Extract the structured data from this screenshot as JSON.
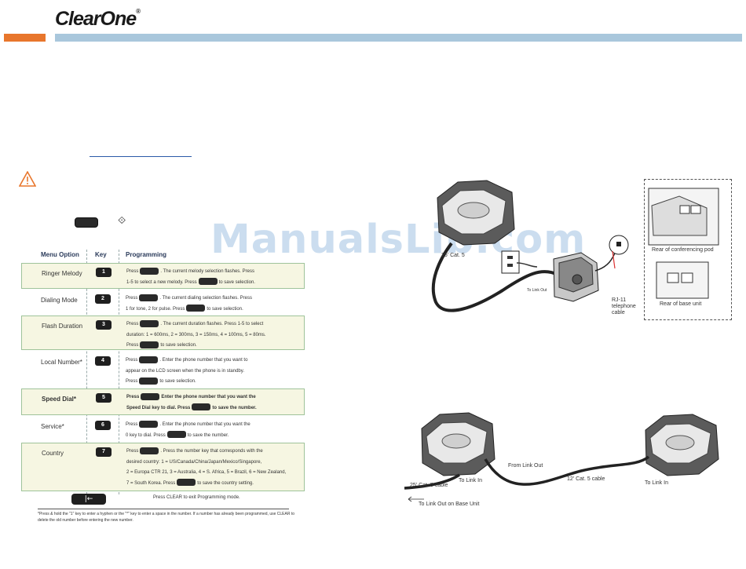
{
  "header": {
    "logo": "ClearOne",
    "logo_mark": "®"
  },
  "watermark": "ManualsLib.com",
  "table": {
    "headers": {
      "option": "Menu Option",
      "key": "Key",
      "programming": "Programming"
    },
    "rows": [
      {
        "option": "Ringer Melody",
        "key": "1",
        "lines": [
          [
            "Press",
            "btn",
            ". The current melody selection flashes. Press"
          ],
          [
            "1-5 to select a new melody. Press",
            "btn",
            "to save selection."
          ]
        ],
        "hl": true,
        "bold": false
      },
      {
        "option": "Dialing Mode",
        "key": "2",
        "lines": [
          [
            "Press",
            "btn",
            ". The current dialing selection flashes. Press"
          ],
          [
            "1 for tone, 2 for pulse. Press",
            "btn",
            "to save selection."
          ]
        ],
        "hl": false,
        "bold": false
      },
      {
        "option": "Flash Duration",
        "key": "3",
        "lines": [
          [
            "Press",
            "btn",
            ". The current duration flashes. Press 1-5 to select"
          ],
          [
            "duration: 1 = 600ms, 2 = 300ms, 3 = 150ms, 4 = 100ms, 5 = 80ms."
          ],
          [
            "Press",
            "btn",
            "to save selection."
          ]
        ],
        "hl": true,
        "bold": false
      },
      {
        "option": "Local Number*",
        "key": "4",
        "lines": [
          [
            "Press",
            "btn",
            ". Enter the phone number that you want to"
          ],
          [
            "appear on the LCD screen when the phone is in standby."
          ],
          [
            "Press",
            "btn",
            "to save selection."
          ]
        ],
        "hl": false,
        "bold": false
      },
      {
        "option": "Speed Dial*",
        "key": "5",
        "lines": [
          [
            "Press",
            "btn",
            "Enter the phone number that you want the"
          ],
          [
            "Speed Dial key to dial. Press",
            "btn",
            "to save the number."
          ]
        ],
        "hl": true,
        "bold": true
      },
      {
        "option": "Service*",
        "key": "6",
        "lines": [
          [
            "Press",
            "btn",
            ". Enter the phone number that you want the"
          ],
          [
            "0 key to dial. Press",
            "btn",
            "to save the number."
          ]
        ],
        "hl": false,
        "bold": false
      },
      {
        "option": "Country",
        "key": "7",
        "lines": [
          [
            "Press",
            "btn",
            ". Press the number key that corresponds with the"
          ],
          [
            "desired country: 1 = US/Canada/China/Japan/Mexico/Singapore,"
          ],
          [
            "2 = Europa CTR 21, 3 = Australia, 4 = S. Africa, 5 = Brazil, 6 = New Zealand,"
          ],
          [
            "7 = South Korea.  Press",
            "btn",
            "to save the country setting."
          ]
        ],
        "hl": true,
        "bold": false
      }
    ],
    "clear": {
      "key_glyph": "|←",
      "text": "Press CLEAR to exit Programming mode."
    },
    "footnote": "*Press & hold the \"1\" key to enter a hyphen or the \"*\" key to enter a space in the number. If a number has already been programmed, use CLEAR to delete the old number before entering the new number."
  },
  "diagram_top": {
    "cable": "25' Cat. 5",
    "to_link_out": "To Link Out",
    "rj11": [
      "RJ-11",
      "telephone",
      "cable"
    ],
    "rear_pod": "Rear of conferencing pod",
    "rear_base": "Rear of base unit"
  },
  "diagram_bottom": {
    "from_link_out": "From Link Out",
    "to_link_in_left": "To Link In",
    "cable_25": "25' Cat. 5 cable",
    "cable_12": "12' Cat. 5 cable",
    "to_link_in_right": "To Link In",
    "to_link_out_base": "To Link Out on Base Unit"
  }
}
